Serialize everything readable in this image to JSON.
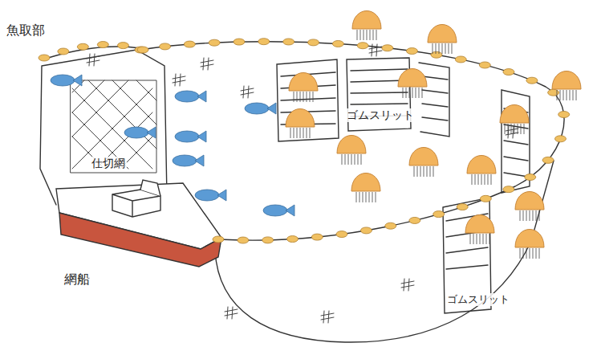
{
  "diagram": {
    "labels": [
      "魚取部",
      "仕切網",
      "ゴムスリット",
      "網船",
      "ゴムスリット"
    ]
  }
}
